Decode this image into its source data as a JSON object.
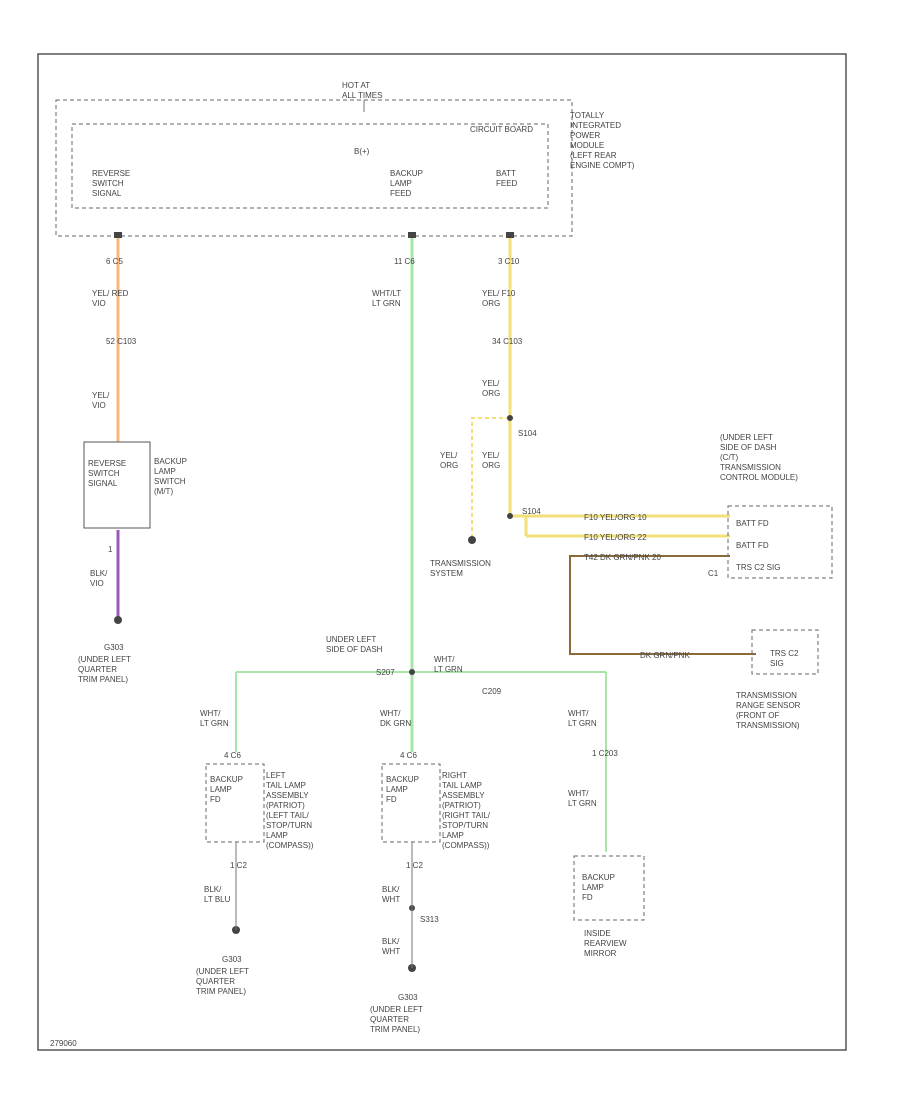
{
  "colors": {
    "wire_orange": "#f5b87a",
    "wire_purple": "#9b59b6",
    "wire_green": "#a8e6a8",
    "wire_yellow": "#f2e07a",
    "wire_brown": "#8a6a3a",
    "wire_peach": "#f3c9a6",
    "border": "#555555"
  },
  "tipm": {
    "hot_label": "HOT AT\nALL TIMES",
    "title": "TOTALLY\nINTEGRATED\nPOWER\nMODULE\n(LEFT REAR\nENGINE COMPT)",
    "inner_label": "CIRCUIT BOARD",
    "fuse_label": "B(+)",
    "pin_reverse": "REVERSE\nSWITCH\nSIGNAL",
    "pin_backup": "BACKUP\nLAMP\nFEED",
    "pin_batt": "BATT\nFEED"
  },
  "wires": {
    "left_conn": "6   C5",
    "left_color1": "YEL/ RED\nVIO",
    "left_splice": "52 C103",
    "left_color2": "YEL/\nVIO",
    "mid_conn": "11   C6",
    "mid_color": "WHT/LT\nLT GRN",
    "right_conn": "3   C10",
    "right_color1": "YEL/ F10\nORG",
    "right_splice": "34 C103",
    "right_color2": "YEL/\nORG",
    "s_label": "S104",
    "left_branch_color": "YEL/\nORG",
    "right_branch_color": "YEL/\nORG",
    "s_lower": "S104",
    "tcm_row1": "F10     YEL/ORG     10",
    "tcm_row2": "F10     YEL/ORG     22",
    "tcm_row3": "T42    DK GRN/PNK   20",
    "tcm_c": "C1",
    "trs_wire": "DK GRN/PNK",
    "splice_label": "UNDER LEFT\nSIDE OF DASH",
    "splice_code": "S207",
    "splice_right": "WHT/\nLT GRN",
    "c209": "C209",
    "branch_left": "WHT/\nLT GRN",
    "branch_mid": "WHT/\nDK GRN",
    "branch_right": "WHT/\nLT GRN",
    "branch_right2": "WHT/\nLT GRN",
    "c203": "1   C203"
  },
  "switch": {
    "label": "REVERSE\nSWITCH\nSIGNAL",
    "title": "BACKUP\nLAMP\nSWITCH\n(M/T)",
    "pin": "1",
    "ground_color": "BLK/\nVIO",
    "ground_code": "G303",
    "ground_loc": "(UNDER LEFT\nQUARTER\nTRIM PANEL)"
  },
  "tcm": {
    "title": "(UNDER LEFT\nSIDE OF DASH\n(C/T)\nTRANSMISSION\nCONTROL MODULE)",
    "pin1": "BATT FD",
    "pin2": "BATT FD",
    "pin3": "TRS C2 SIG",
    "trans_system": "TRANSMISSION\nSYSTEM"
  },
  "trs": {
    "pin": "TRS C2\nSIG",
    "title": "TRANSMISSION\nRANGE SENSOR\n(FRONT OF\nTRANSMISSION)"
  },
  "left_tail": {
    "conn": "4   C6",
    "box": "BACKUP\nLAMP\nFD",
    "title": "LEFT\nTAIL LAMP\nASSEMBLY\n(PATRIOT)\n(LEFT TAIL/\nSTOP/TURN\nLAMP\n(COMPASS))",
    "pin": "1   C2",
    "ground_color": "BLK/\nLT BLU",
    "ground_code": "G303",
    "ground_loc": "(UNDER LEFT\nQUARTER\nTRIM PANEL)"
  },
  "right_tail": {
    "conn": "4   C6",
    "box": "BACKUP\nLAMP\nFD",
    "title": "RIGHT\nTAIL LAMP\nASSEMBLY\n(PATRIOT)\n(RIGHT TAIL/\nSTOP/TURN\nLAMP\n(COMPASS))",
    "pin": "1   C2",
    "ground_color1": "BLK/\nWHT",
    "splice": "S313",
    "ground_color2": "BLK/\nWHT",
    "ground_code": "G303",
    "ground_loc": "(UNDER LEFT\nQUARTER\nTRIM PANEL)"
  },
  "mirror": {
    "box": "BACKUP\nLAMP\nFD",
    "title": "INSIDE\nREARVIEW\nMIRROR"
  },
  "footer_code": "279060"
}
